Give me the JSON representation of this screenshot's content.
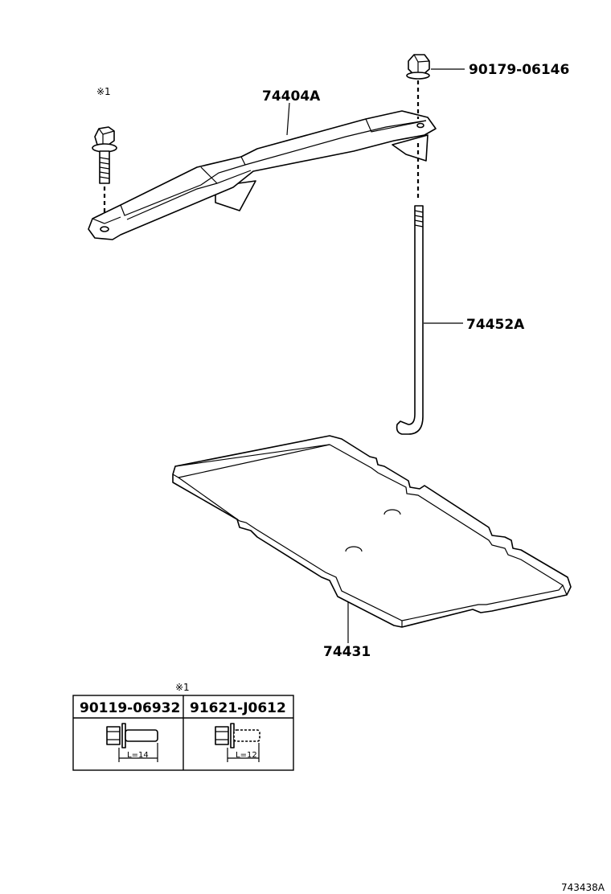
{
  "parts": {
    "nut": "90179-06146",
    "clamp": "74404A",
    "rod": "74452A",
    "tray": "74431"
  },
  "note_mark": "※1",
  "table": {
    "mark": "※1",
    "columns": [
      {
        "part_no": "90119-06932",
        "length": "L=14"
      },
      {
        "part_no": "91621-J0612",
        "length": "L=12"
      }
    ]
  },
  "diagram_code": "743438A"
}
